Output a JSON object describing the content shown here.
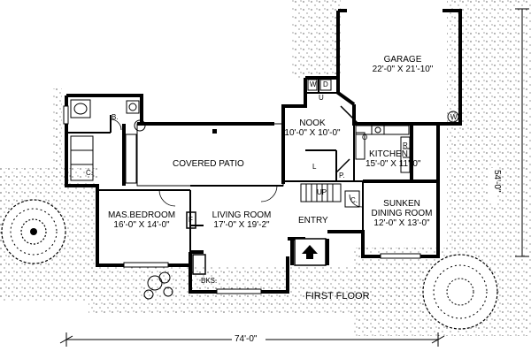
{
  "plan_title": "FIRST FLOOR",
  "rooms": {
    "garage": {
      "name": "GARAGE",
      "dims": "22'-0\" X 21'-10\""
    },
    "nook": {
      "name": "NOOK",
      "dims": "10'-0\" X 10'-0\""
    },
    "kitchen": {
      "name": "KITCHEN",
      "dims": "15'-0\" X 11'-0\""
    },
    "covered_patio": {
      "name": "COVERED PATIO"
    },
    "master_bedroom": {
      "name": "MAS.BEDROOM",
      "dims": "16'-0\" X 14'-0\""
    },
    "living_room": {
      "name": "LIVING ROOM",
      "dims": "17'-0\" X 19'-2\""
    },
    "sunken_dining": {
      "name": "SUNKEN",
      "name2": "DINING ROOM",
      "dims": "12'-0\" X 13'-0\""
    },
    "entry": {
      "name": "ENTRY"
    }
  },
  "small_labels": {
    "bath": "B.",
    "closet": "C.",
    "laundry_w": "W",
    "laundry_d": "D",
    "up_u": "U",
    "fireplace": "F",
    "bookshelves": "BKS.",
    "pantry": "P.",
    "stair_up": "UP",
    "stair_l": "L",
    "entry_closet": "C.",
    "refrigerator": "R",
    "water_heater": "W",
    "oven": "O"
  },
  "dimensions": {
    "overall_width": "74'-0\"",
    "overall_depth": "54'-0\""
  }
}
